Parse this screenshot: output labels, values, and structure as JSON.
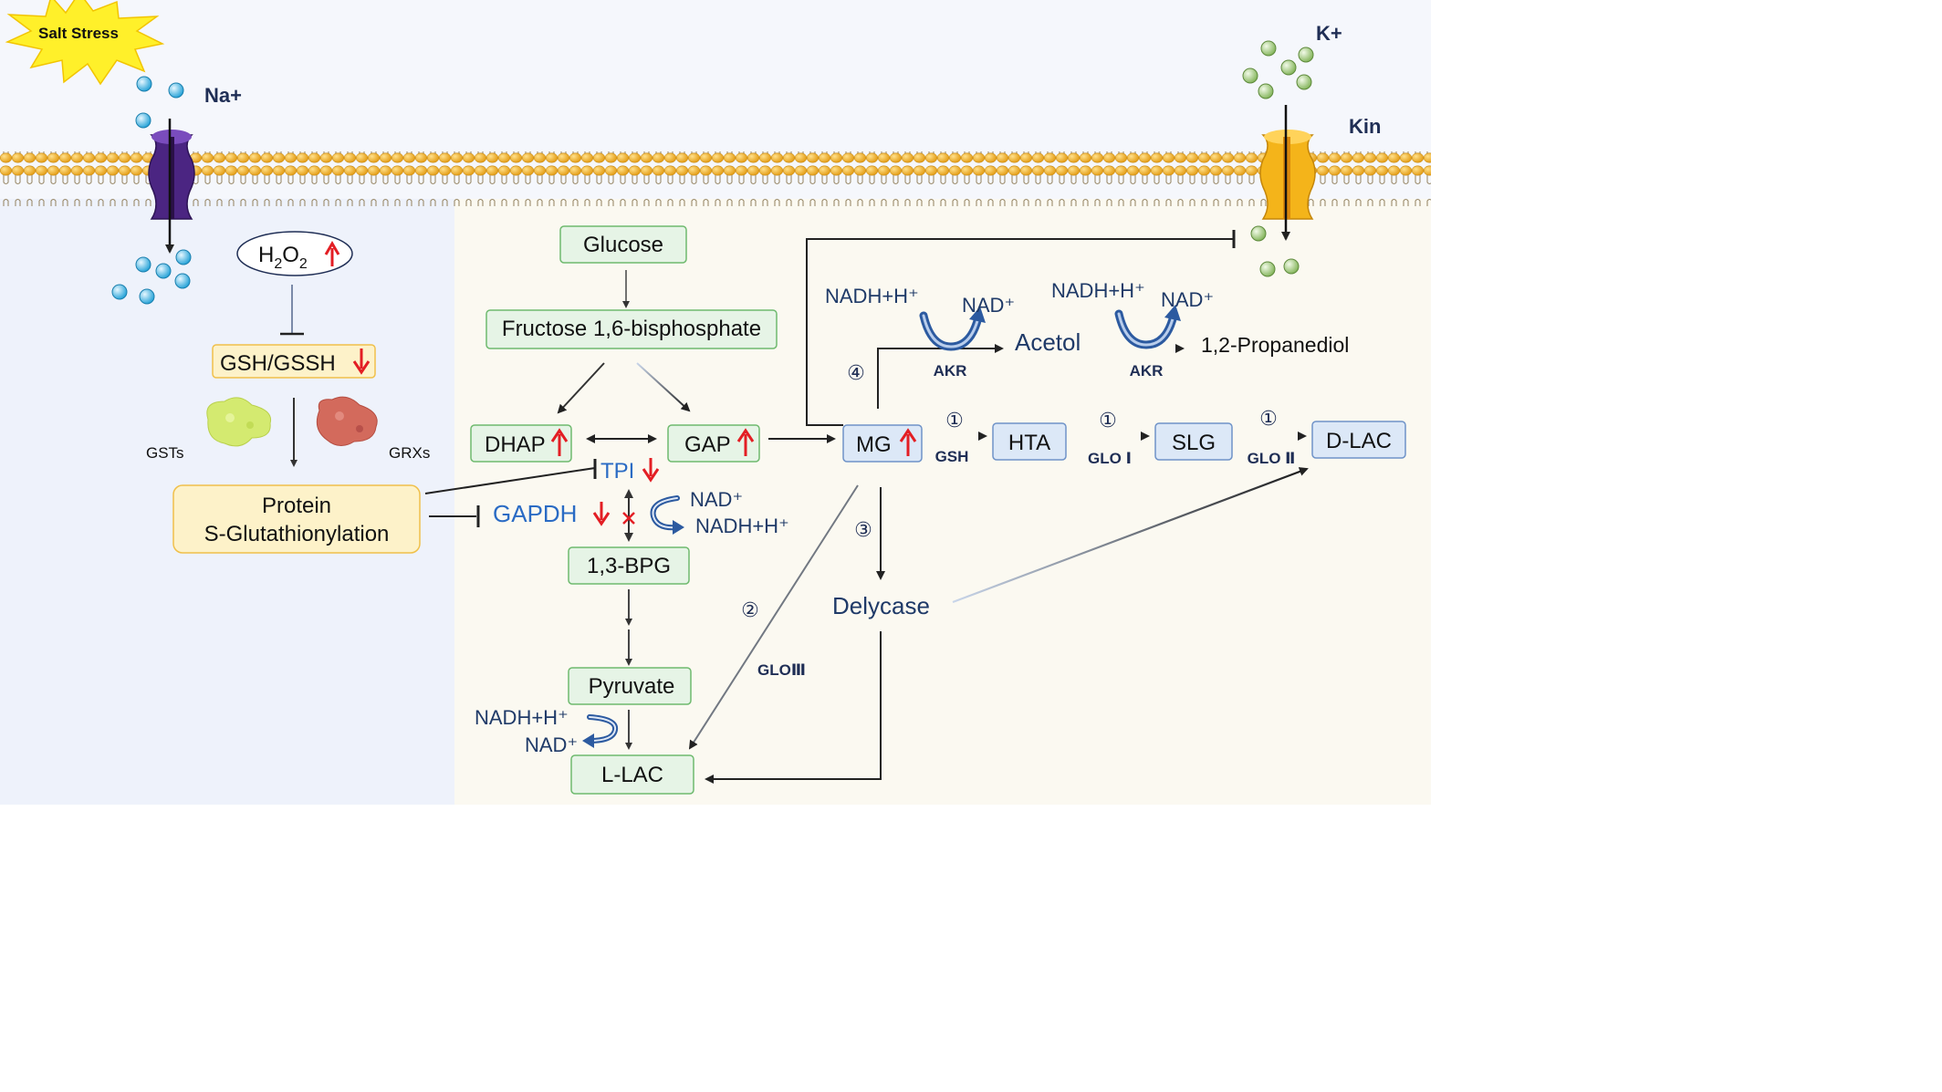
{
  "stimulus": {
    "label": "Salt Stress"
  },
  "ions": {
    "na": "Na+",
    "k": "K+",
    "kin": "Kin"
  },
  "redox": {
    "h2o2_base": "H",
    "h2o2_sub1": "2",
    "h2o2_mid": "O",
    "h2o2_sub2": "2",
    "gsh_ratio": "GSH/GSSH",
    "gsts": "GSTs",
    "grxs": "GRXs",
    "protein_line1": "Protein",
    "protein_line2": "S-Glutathionylation"
  },
  "glycolysis": {
    "glucose": "Glucose",
    "fbp": "Fructose 1,6-bisphosphate",
    "dhap": "DHAP",
    "gap": "GAP",
    "tpi": "TPI",
    "gapdh": "GAPDH",
    "bpg": "1,3-BPG",
    "pyruvate": "Pyruvate",
    "llac": "L-LAC"
  },
  "cofactors": {
    "nad_plus_gapdh": "NAD⁺",
    "nadh_gapdh": "NADH+H⁺",
    "nadh_ldh": "NADH+H⁺",
    "nad_ldh": "NAD⁺",
    "nadh_akr1": "NADH+H⁺",
    "nad_akr1": "NAD⁺",
    "nadh_akr2": "NADH+H⁺",
    "nad_akr2": "NAD⁺"
  },
  "mg_pathway": {
    "mg": "MG",
    "hta": "HTA",
    "slg": "SLG",
    "dlac": "D-LAC",
    "acetol": "Acetol",
    "propanediol": "1,2-Propanediol",
    "delycase": "Delycase",
    "gsh": "GSH",
    "glo1": "GLO Ⅰ",
    "glo2": "GLO Ⅱ",
    "glo3": "GLOⅢ",
    "akr1": "AKR",
    "akr2": "AKR",
    "route1a": "①",
    "route1b": "①",
    "route1c": "①",
    "route2": "②",
    "route3": "③",
    "route4": "④"
  },
  "colors": {
    "membrane_head": "#f0a81a",
    "na_channel": "#5b2f91",
    "k_channel": "#f4b41a",
    "na_ion": "#3fb6e6",
    "k_ion": "#a9d18e",
    "up_arrow": "#e31e24",
    "green_box": "#e6f4e6",
    "blue_box": "#dce8f7",
    "yellow_box": "#fdf2c9"
  }
}
